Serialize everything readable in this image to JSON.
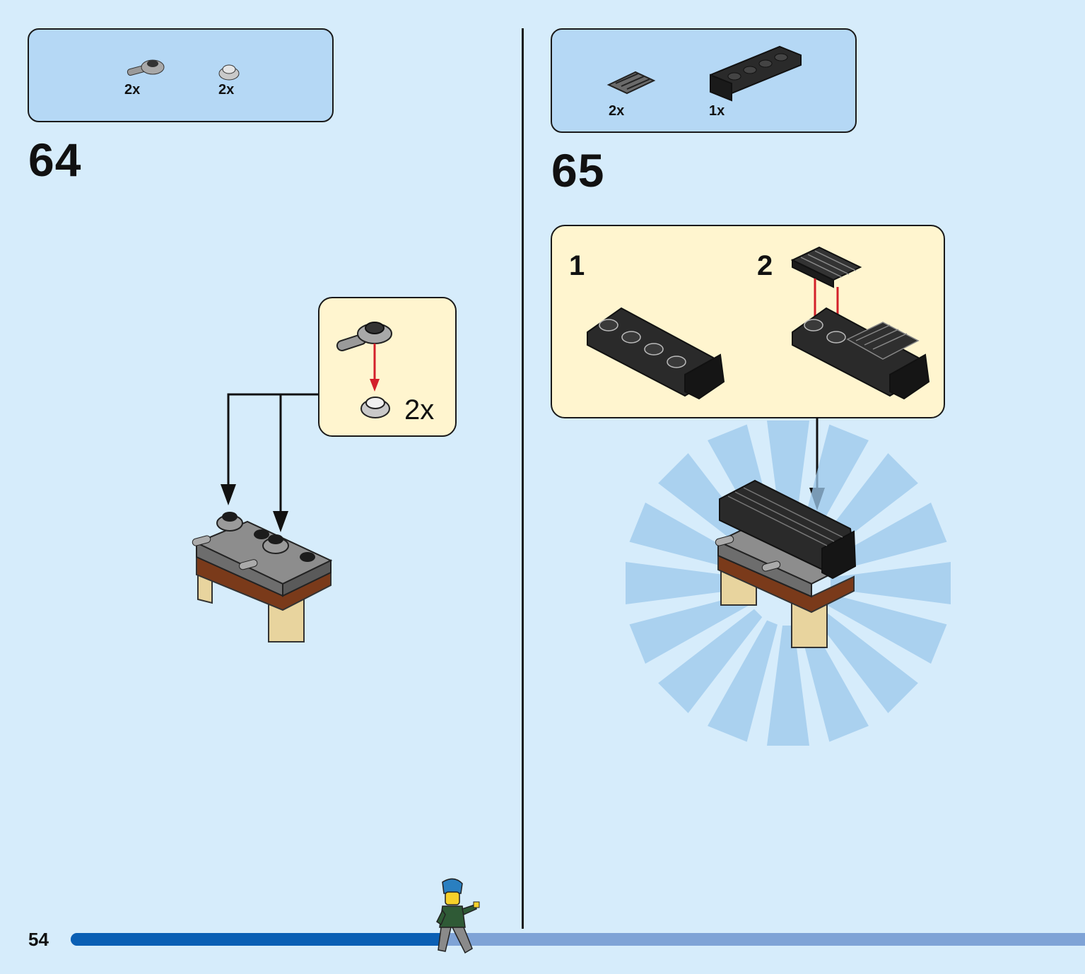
{
  "page": {
    "number": "54",
    "progress_percent": 37
  },
  "step64": {
    "number": "64",
    "parts": [
      {
        "icon": "bracket-with-bar-piece-icon",
        "qty": "2x"
      },
      {
        "icon": "round-plate-piece-icon",
        "qty": "2x"
      }
    ],
    "subassembly_qty": "2x"
  },
  "step65": {
    "number": "65",
    "parts": [
      {
        "icon": "grille-tile-piece-icon",
        "qty": "2x"
      },
      {
        "icon": "curved-slope-brick-piece-icon",
        "qty": "1x"
      }
    ],
    "substeps": [
      "1",
      "2"
    ]
  },
  "colors": {
    "page_bg": "#d6ecfb",
    "parts_box": "#b5d8f5",
    "subassembly_box": "#fff5cf",
    "arrow_red": "#d3202a",
    "progress_done": "#0a5fb4",
    "progress_todo": "#7fa3d6"
  }
}
